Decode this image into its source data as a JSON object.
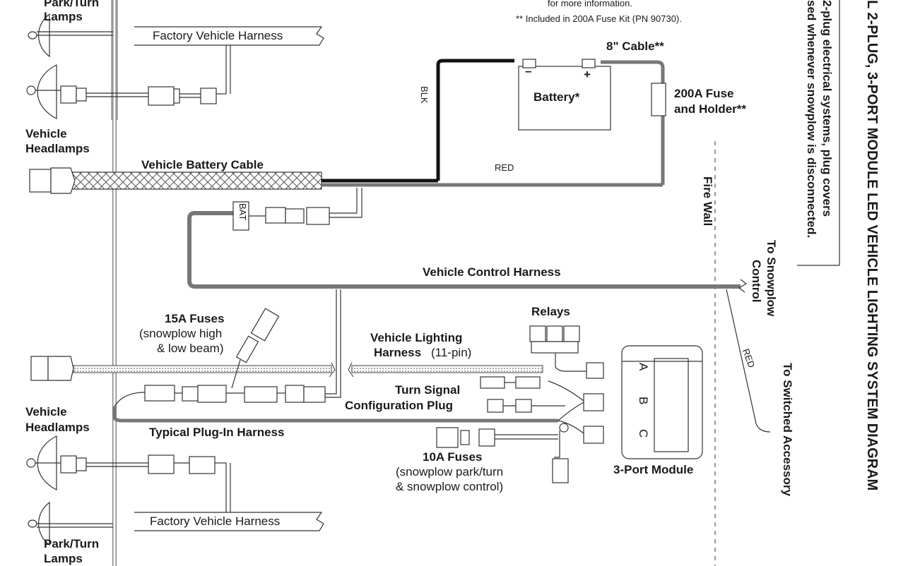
{
  "notes": {
    "more_info": "for more information.",
    "fuse_kit": "** Included in 200A Fuse Kit (PN 90730)."
  },
  "title_vertical": "L 2-PLUG, 3-PORT MODULE LED VEHICLE LIGHTING SYSTEM DIAGRAM",
  "side_note": {
    "line1": "2-plug electrical systems, plug covers",
    "line2": "sed whenever snowplow is disconnected."
  },
  "labels": {
    "park_turn_top_1": "Park/Turn",
    "park_turn_top_2": "Lamps",
    "factory_harness_top": "Factory Vehicle Harness",
    "vehicle_headlamps_top_1": "Vehicle",
    "vehicle_headlamps_top_2": "Headlamps",
    "vehicle_battery_cable": "Vehicle Battery Cable",
    "blk": "BLK",
    "red_top": "RED",
    "battery": "Battery*",
    "battery_minus": "–",
    "battery_plus": "+",
    "cable_8": "8\" Cable**",
    "fuse_200a_1": "200A Fuse",
    "fuse_200a_2": "and Holder**",
    "fire_wall": "Fire Wall",
    "bat": "BAT",
    "vehicle_control_harness": "Vehicle Control Harness",
    "to_snowplow_control_1": "To Snowplow",
    "to_snowplow_control_2": "Control",
    "fuses_15a_1": "15A Fuses",
    "fuses_15a_2": "(snowplow high",
    "fuses_15a_3": "& low beam)",
    "relays": "Relays",
    "vlh_1": "Vehicle Lighting",
    "vlh_2": "Harness",
    "vlh_3": "(11-pin)",
    "red_diag": "RED",
    "to_switched_accessory": "To Switched Accessory",
    "turn_signal_1": "Turn Signal",
    "turn_signal_2": "Configuration Plug",
    "vehicle_headlamps_bot_1": "Vehicle",
    "vehicle_headlamps_bot_2": "Headlamps",
    "typical_plugin": "Typical Plug-In Harness",
    "fuses_10a_1": "10A Fuses",
    "fuses_10a_2": "(snowplow park/turn",
    "fuses_10a_3": "& snowplow control)",
    "port_a": "A",
    "port_b": "B",
    "port_c": "C",
    "module_3port": "3-Port Module",
    "factory_harness_bot": "Factory Vehicle Harness",
    "park_turn_bot_1": "Park/Turn",
    "park_turn_bot_2": "Lamps"
  }
}
